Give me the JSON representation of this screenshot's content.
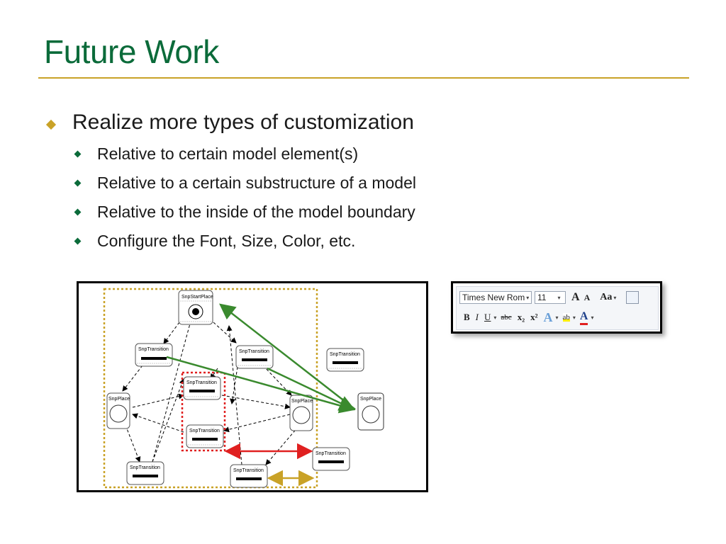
{
  "slide": {
    "title": "Future Work",
    "bullet_main": "Realize more types of customization",
    "sub_bullets": [
      "Relative to certain model element(s)",
      "Relative to a certain substructure of a model",
      "Relative to the inside of the model boundary",
      "Configure the Font, Size, Color, etc."
    ]
  },
  "colors": {
    "title": "#0b6b3a",
    "rule": "#c9a227",
    "bullet1": "#c9a227",
    "bullet2": "#0b6b3a",
    "green_arrow": "#3a8a2e",
    "red_arrow": "#e02020",
    "gold_arrow": "#c9a227",
    "dotted_boundary": "#c9a227",
    "red_substructure": "#e02020"
  },
  "diagram": {
    "nodes": {
      "start_place": "SnpStartPlace",
      "trans_left_top": "SnpTransition",
      "trans_mid_top": "SnpTransition",
      "trans_right_outside": "SnpTransition",
      "place_left": "SnpPlace",
      "trans_red_top": "SnpTransition",
      "trans_red_bottom": "SnpTransition",
      "place_right": "SnpPlace",
      "place_outside": "SnpPlace",
      "trans_bottom_left": "SnpTransition",
      "trans_bottom_mid": "SnpTransition",
      "trans_bottom_right": "SnpTransition"
    }
  },
  "toolbar": {
    "font_name": "Times New Rom",
    "font_size": "11",
    "grow_font": "A",
    "shrink_font": "A",
    "change_case": "Aa",
    "bold": "B",
    "italic": "I",
    "underline": "U",
    "strikethrough": "abc",
    "subscript": "x₂",
    "superscript": "x²",
    "text_effects": "A",
    "highlight": "ab",
    "font_color": "A",
    "icons": [
      "clear-formatting-icon",
      "text-effects-icon",
      "highlight-icon",
      "font-color-icon"
    ]
  }
}
